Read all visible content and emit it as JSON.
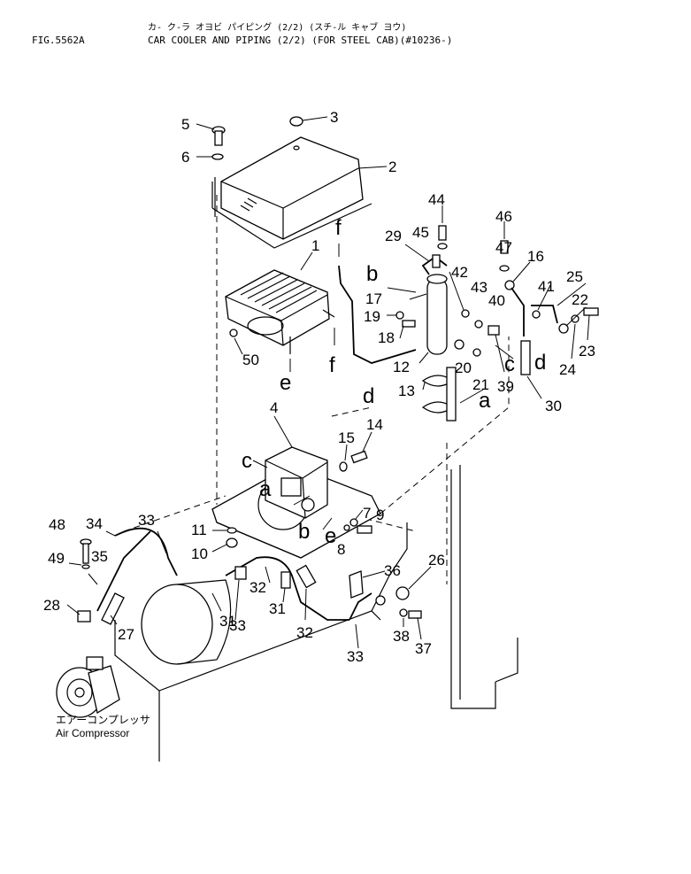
{
  "header": {
    "fig_label": "FIG.5562A",
    "title_jp": "カ- ク-ラ オヨビ パイピング (2/2) (スチ-ル キャブ ヨウ)",
    "title_en": "CAR COOLER AND PIPING (2/2) (FOR STEEL CAB)(#10236-)"
  },
  "component_labels": {
    "compressor_jp": "エアーコンプレッサ",
    "compressor_en": "Air Compressor"
  },
  "part_numbers": [
    {
      "id": "p5",
      "text": "5"
    },
    {
      "id": "p3",
      "text": "3"
    },
    {
      "id": "p6",
      "text": "6"
    },
    {
      "id": "p2",
      "text": "2"
    },
    {
      "id": "p1",
      "text": "1"
    },
    {
      "id": "p50",
      "text": "50"
    },
    {
      "id": "p44",
      "text": "44"
    },
    {
      "id": "p45",
      "text": "45"
    },
    {
      "id": "p29",
      "text": "29"
    },
    {
      "id": "p46",
      "text": "46"
    },
    {
      "id": "p47",
      "text": "47"
    },
    {
      "id": "p16",
      "text": "16"
    },
    {
      "id": "p42",
      "text": "42"
    },
    {
      "id": "p43",
      "text": "43"
    },
    {
      "id": "p17",
      "text": "17"
    },
    {
      "id": "p41",
      "text": "41"
    },
    {
      "id": "p25",
      "text": "25"
    },
    {
      "id": "p40",
      "text": "40"
    },
    {
      "id": "p22",
      "text": "22"
    },
    {
      "id": "p19",
      "text": "19"
    },
    {
      "id": "p18",
      "text": "18"
    },
    {
      "id": "p23",
      "text": "23"
    },
    {
      "id": "p12",
      "text": "12"
    },
    {
      "id": "p20",
      "text": "20"
    },
    {
      "id": "p24",
      "text": "24"
    },
    {
      "id": "p21",
      "text": "21"
    },
    {
      "id": "p39",
      "text": "39"
    },
    {
      "id": "p13",
      "text": "13"
    },
    {
      "id": "p30",
      "text": "30"
    },
    {
      "id": "p4",
      "text": "4"
    },
    {
      "id": "p14",
      "text": "14"
    },
    {
      "id": "p15",
      "text": "15"
    },
    {
      "id": "p7",
      "text": "7"
    },
    {
      "id": "p9",
      "text": "9"
    },
    {
      "id": "p11",
      "text": "11"
    },
    {
      "id": "p8",
      "text": "8"
    },
    {
      "id": "p10",
      "text": "10"
    },
    {
      "id": "p48",
      "text": "48"
    },
    {
      "id": "p34",
      "text": "34"
    },
    {
      "id": "p33a",
      "text": "33"
    },
    {
      "id": "p49",
      "text": "49"
    },
    {
      "id": "p35",
      "text": "35"
    },
    {
      "id": "p36",
      "text": "36"
    },
    {
      "id": "p26",
      "text": "26"
    },
    {
      "id": "p32a",
      "text": "32"
    },
    {
      "id": "p28",
      "text": "28"
    },
    {
      "id": "p31a",
      "text": "31"
    },
    {
      "id": "p33b",
      "text": "33"
    },
    {
      "id": "p27",
      "text": "27"
    },
    {
      "id": "p31b",
      "text": "31"
    },
    {
      "id": "p32b",
      "text": "32"
    },
    {
      "id": "p38",
      "text": "38"
    },
    {
      "id": "p37",
      "text": "37"
    },
    {
      "id": "p33c",
      "text": "33"
    }
  ],
  "connection_letters": [
    {
      "id": "f1",
      "text": "f"
    },
    {
      "id": "b1",
      "text": "b"
    },
    {
      "id": "f2",
      "text": "f"
    },
    {
      "id": "e1",
      "text": "e"
    },
    {
      "id": "c1",
      "text": "c"
    },
    {
      "id": "d1",
      "text": "d"
    },
    {
      "id": "a1",
      "text": "a"
    },
    {
      "id": "d2",
      "text": "d"
    },
    {
      "id": "c2",
      "text": "c"
    },
    {
      "id": "a2",
      "text": "a"
    },
    {
      "id": "b2",
      "text": "b"
    },
    {
      "id": "e2",
      "text": "e"
    }
  ]
}
